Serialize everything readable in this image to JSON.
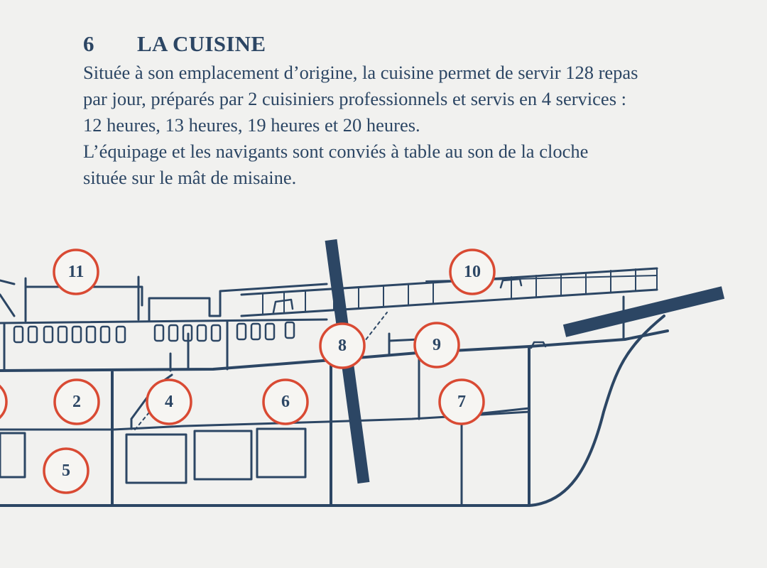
{
  "section": {
    "number": "6",
    "title": "LA CUISINE",
    "paragraphs": [
      "Située à son emplacement d’origine, la cuisine permet de servir 128 repas",
      "par jour, préparés par 2 cuisiniers professionnels et servis en 4 services :",
      "12 heures, 13 heures, 19 heures et 20 heures.",
      "L’équipage et les navigants sont conviés à table au son de la cloche",
      "située sur le mât de misaine."
    ]
  },
  "markers": [
    {
      "label": "11"
    },
    {
      "label": "10"
    },
    {
      "label": "8"
    },
    {
      "label": "9"
    },
    {
      "label": "2"
    },
    {
      "label": "4"
    },
    {
      "label": "6"
    },
    {
      "label": "7"
    },
    {
      "label": "5"
    }
  ],
  "colors": {
    "ink": "#2c4664",
    "marker_ring": "#d94a33",
    "paper": "#f1f1ef"
  }
}
